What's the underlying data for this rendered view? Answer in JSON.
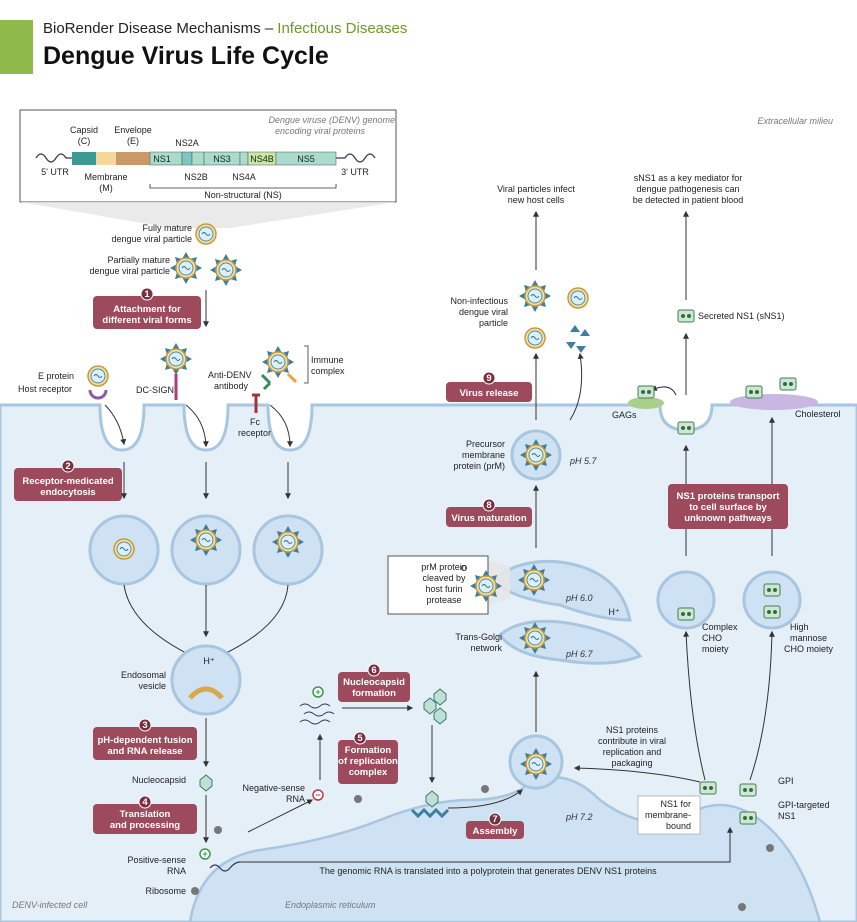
{
  "header": {
    "subtitle_prefix": "BioRender Disease Mechanisms – ",
    "subtitle_accent": "Infectious Diseases",
    "title": "Dengue Virus Life Cycle"
  },
  "colors": {
    "accent": "#8fb94b",
    "step_box": "#9c4a5c",
    "cell": "#e2eef8",
    "membrane": "#a8c6e0"
  },
  "genome": {
    "caption_line1": "Dengue viruse (DENV) genome",
    "caption_line2": "encoding viral proteins",
    "utr5": "5' UTR",
    "utr3": "3' UTR",
    "capsid": "Capsid",
    "capsid_c": "(C)",
    "envelope": "Envelope",
    "envelope_e": "(E)",
    "membrane": "Membrane",
    "membrane_m": "(M)",
    "ns1": "NS1",
    "ns2a": "NS2A",
    "ns2b": "NS2B",
    "ns3": "NS3",
    "ns4a": "NS4A",
    "ns4b": "NS4B",
    "ns5": "NS5",
    "nonstructural": "Non-structural (NS)"
  },
  "regions": {
    "extracellular": "Extracellular milieu",
    "cell": "DENV-infected cell",
    "er": "Endoplasmic reticulum"
  },
  "steps": [
    {
      "num": "1",
      "line1": "Attachment for",
      "line2": "different viral forms"
    },
    {
      "num": "2",
      "line1": "Receptor-medicated",
      "line2": "endocytosis"
    },
    {
      "num": "3",
      "line1": "pH-dependent fusion",
      "line2": "and RNA release"
    },
    {
      "num": "4",
      "line1": "Translation",
      "line2": "and processing"
    },
    {
      "num": "5",
      "line1": "Formation",
      "line2": "of replication",
      "line3": "complex"
    },
    {
      "num": "6",
      "line1": "Nucleocapsid",
      "line2": "formation"
    },
    {
      "num": "7",
      "line1": "Assembly"
    },
    {
      "num": "8",
      "line1": "Virus maturation"
    },
    {
      "num": "9",
      "line1": "Virus release"
    }
  ],
  "ns1_box": {
    "line1": "NS1 proteins transport",
    "line2": "to cell surface by",
    "line3": "unknown pathways"
  },
  "labels": {
    "fully_mature_1": "Fully mature",
    "fully_mature_2": "dengue viral particle",
    "partially_mature_1": "Partially mature",
    "partially_mature_2": "dengue viral particle",
    "e_protein": "E protein",
    "host_receptor": "Host receptor",
    "dc_sign": "DC-SIGN",
    "anti_denv_1": "Anti-DENV",
    "anti_denv_2": "antibody",
    "immune_1": "Immune",
    "immune_2": "complex",
    "fc_1": "Fc",
    "fc_2": "receptor",
    "h_plus": "H⁺",
    "endosomal_1": "Endosomal",
    "endosomal_2": "vesicle",
    "nucleocapsid": "Nucleocapsid",
    "negative_rna_1": "Negative-sense",
    "negative_rna_2": "RNA",
    "positive_rna_1": "Positive-sense",
    "positive_rna_2": "RNA",
    "ribosome": "Ribosome",
    "polyprotein": "The genomic RNA is translated into a polyprotein that generates DENV NS1 proteins",
    "ph72": "pH 7.2",
    "ph67": "pH 6.7",
    "ph60": "pH 6.0",
    "ph57": "pH 5.7",
    "trans_golgi_1": "Trans-Golgi",
    "trans_golgi_2": "network",
    "prm_cleave_1": "prM protein",
    "prm_cleave_2": "cleaved by",
    "prm_cleave_3": "host furin",
    "prm_cleave_4": "protease",
    "precursor_1": "Precursor",
    "precursor_2": "membrane",
    "precursor_3": "protein (prM)",
    "noninfectious_1": "Non-infectious",
    "noninfectious_2": "dengue viral",
    "noninfectious_3": "particle",
    "infect_1": "Viral particles infect",
    "infect_2": "new host cells",
    "sns1_1": "sNS1 as a key mediator for",
    "sns1_2": "dengue pathogenesis can",
    "sns1_3": "be detected in patient blood",
    "secreted": "Secreted NS1 (sNS1)",
    "gags": "GAGs",
    "cholesterol": "Cholesterol",
    "complex_cho_1": "Complex",
    "complex_cho_2": "CHO",
    "complex_cho_3": "moiety",
    "high_mannose_1": "High",
    "high_mannose_2": "mannose",
    "high_mannose_3": "CHO moiety",
    "ns1_contrib_1": "NS1 proteins",
    "ns1_contrib_2": "contribute in viral",
    "ns1_contrib_3": "replication and",
    "ns1_contrib_4": "packaging",
    "gpi": "GPI",
    "gpi_targeted_1": "GPI-targeted",
    "gpi_targeted_2": "NS1",
    "ns1_membrane_1": "NS1 for",
    "ns1_membrane_2": "membrane-",
    "ns1_membrane_3": "bound"
  }
}
